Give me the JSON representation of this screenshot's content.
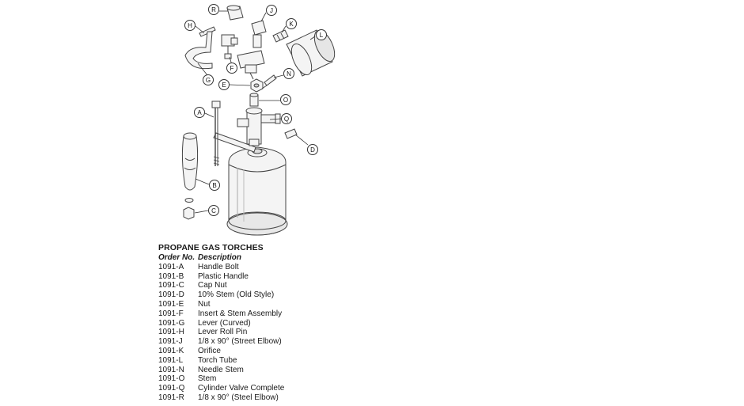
{
  "diagram": {
    "callouts": [
      "A",
      "B",
      "C",
      "D",
      "E",
      "F",
      "G",
      "H",
      "J",
      "K",
      "L",
      "N",
      "O",
      "Q",
      "R"
    ]
  },
  "table": {
    "title": "PROPANE GAS TORCHES",
    "header": {
      "order_no": "Order No.",
      "description": "Description"
    },
    "rows": [
      {
        "order_no": "1091-A",
        "description": "Handle Bolt"
      },
      {
        "order_no": "1091-B",
        "description": "Plastic Handle"
      },
      {
        "order_no": "1091-C",
        "description": "Cap Nut"
      },
      {
        "order_no": "1091-D",
        "description": "10% Stem (Old Style)"
      },
      {
        "order_no": "1091-E",
        "description": "Nut"
      },
      {
        "order_no": "1091-F",
        "description": "Insert & Stem Assembly"
      },
      {
        "order_no": "1091-G",
        "description": "Lever (Curved)"
      },
      {
        "order_no": "1091-H",
        "description": "Lever Roll Pin"
      },
      {
        "order_no": "1091-J",
        "description": "1/8 x 90° (Street Elbow)"
      },
      {
        "order_no": "1091-K",
        "description": "Orifice"
      },
      {
        "order_no": "1091-L",
        "description": "Torch Tube"
      },
      {
        "order_no": "1091-N",
        "description": "Needle Stem"
      },
      {
        "order_no": "1091-O",
        "description": "Stem"
      },
      {
        "order_no": "1091-Q",
        "description": "Cylinder Valve Complete"
      },
      {
        "order_no": "1091-R",
        "description": "1/8 x 90° (Steel Elbow)"
      }
    ]
  }
}
